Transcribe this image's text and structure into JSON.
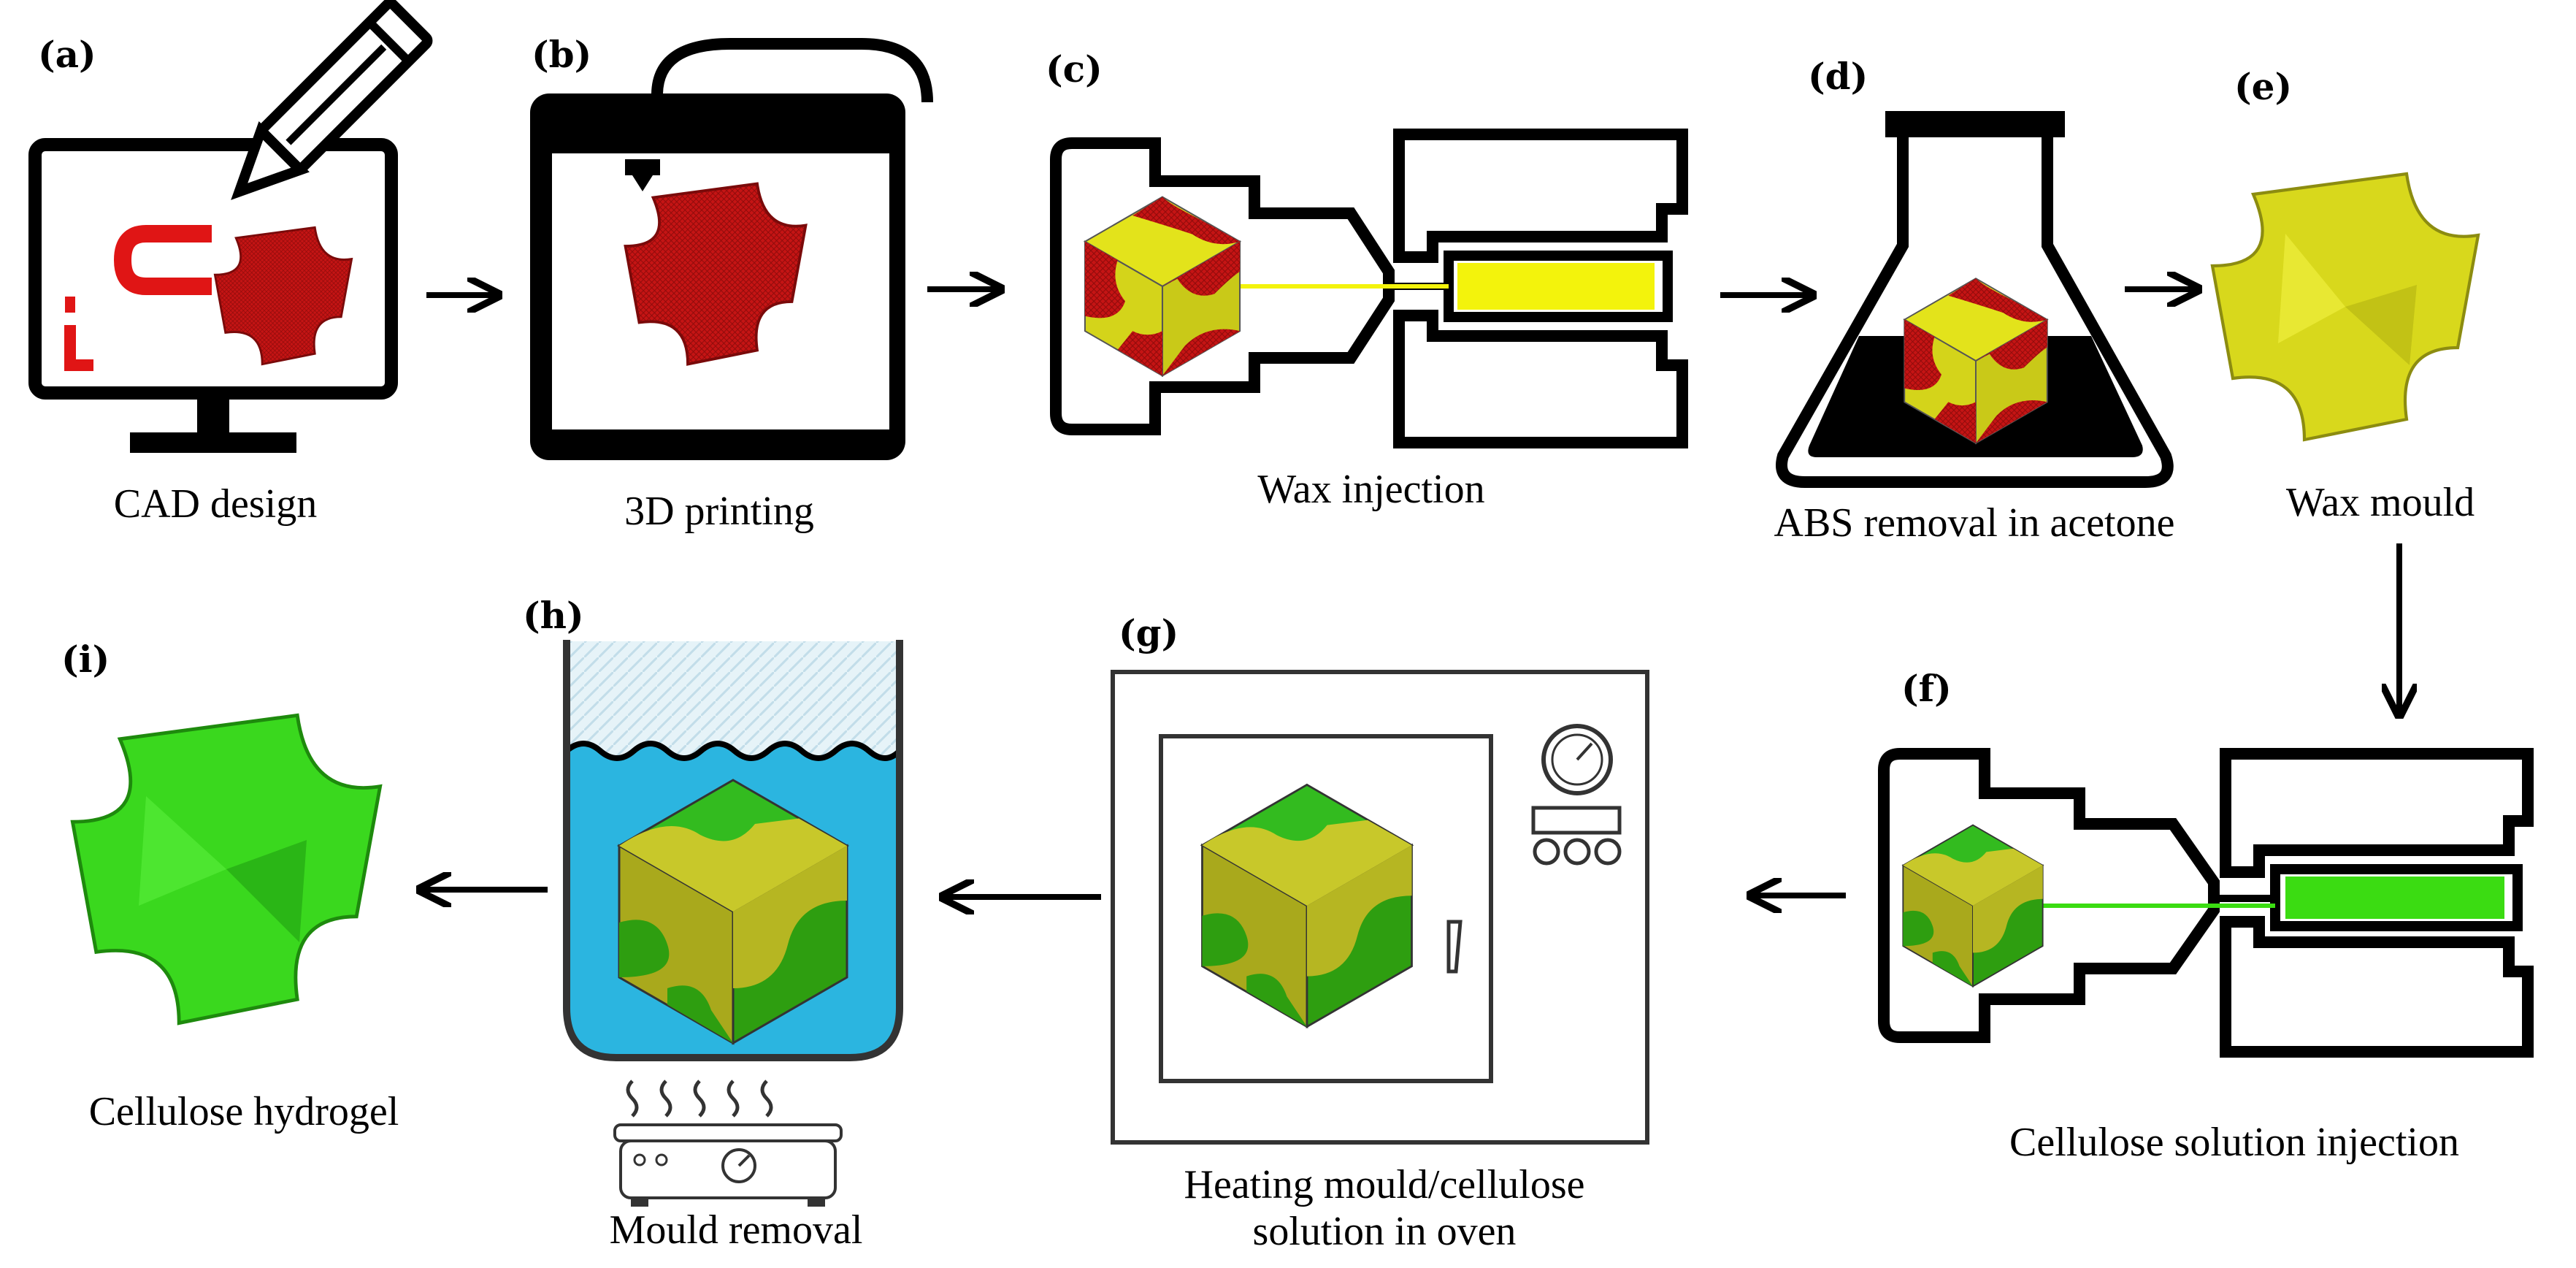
{
  "steps": [
    {
      "letter": "(a)",
      "caption": "CAD design"
    },
    {
      "letter": "(b)",
      "caption": "3D printing"
    },
    {
      "letter": "(c)",
      "caption": "Wax injection"
    },
    {
      "letter": "(d)",
      "caption": "ABS removal in acetone"
    },
    {
      "letter": "(e)",
      "caption": "Wax mould"
    },
    {
      "letter": "(f)",
      "caption": "Cellulose solution injection"
    },
    {
      "letter": "(g)",
      "caption_line1": "Heating mould/cellulose",
      "caption_line2": "solution in oven"
    },
    {
      "letter": "(h)",
      "caption": "Mould removal"
    },
    {
      "letter": "(i)",
      "caption": "Cellulose hydrogel"
    }
  ],
  "colors": {
    "abs_red": "#c51414",
    "wax_yellow": "#e3e31b",
    "cellulose_green": "#33cc1f",
    "dark_green": "#2e9e10",
    "olive": "#b0b01c",
    "water_blue": "#2bb5e0",
    "outline": "#000000"
  }
}
